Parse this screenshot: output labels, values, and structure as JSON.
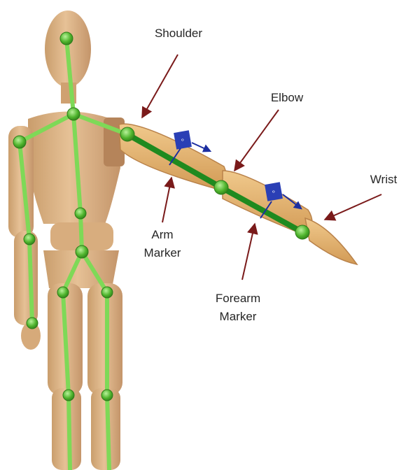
{
  "labels": {
    "shoulder": "Shoulder",
    "elbow": "Elbow",
    "wrist": "Wrist",
    "arm_marker_line1": "Arm",
    "arm_marker_line2": "Marker",
    "forearm_marker_line1": "Forearm",
    "forearm_marker_line2": "Marker"
  },
  "colors": {
    "wood": "#deb587",
    "wood_dark": "#c79a68",
    "skeleton": "#7ed957",
    "arm_segment": "#1f8a1f",
    "joint": "#5bc236",
    "arrow": "#7a1a1a",
    "marker_box": "#2a3fb5",
    "marker_arrow": "#1c2ea0"
  }
}
